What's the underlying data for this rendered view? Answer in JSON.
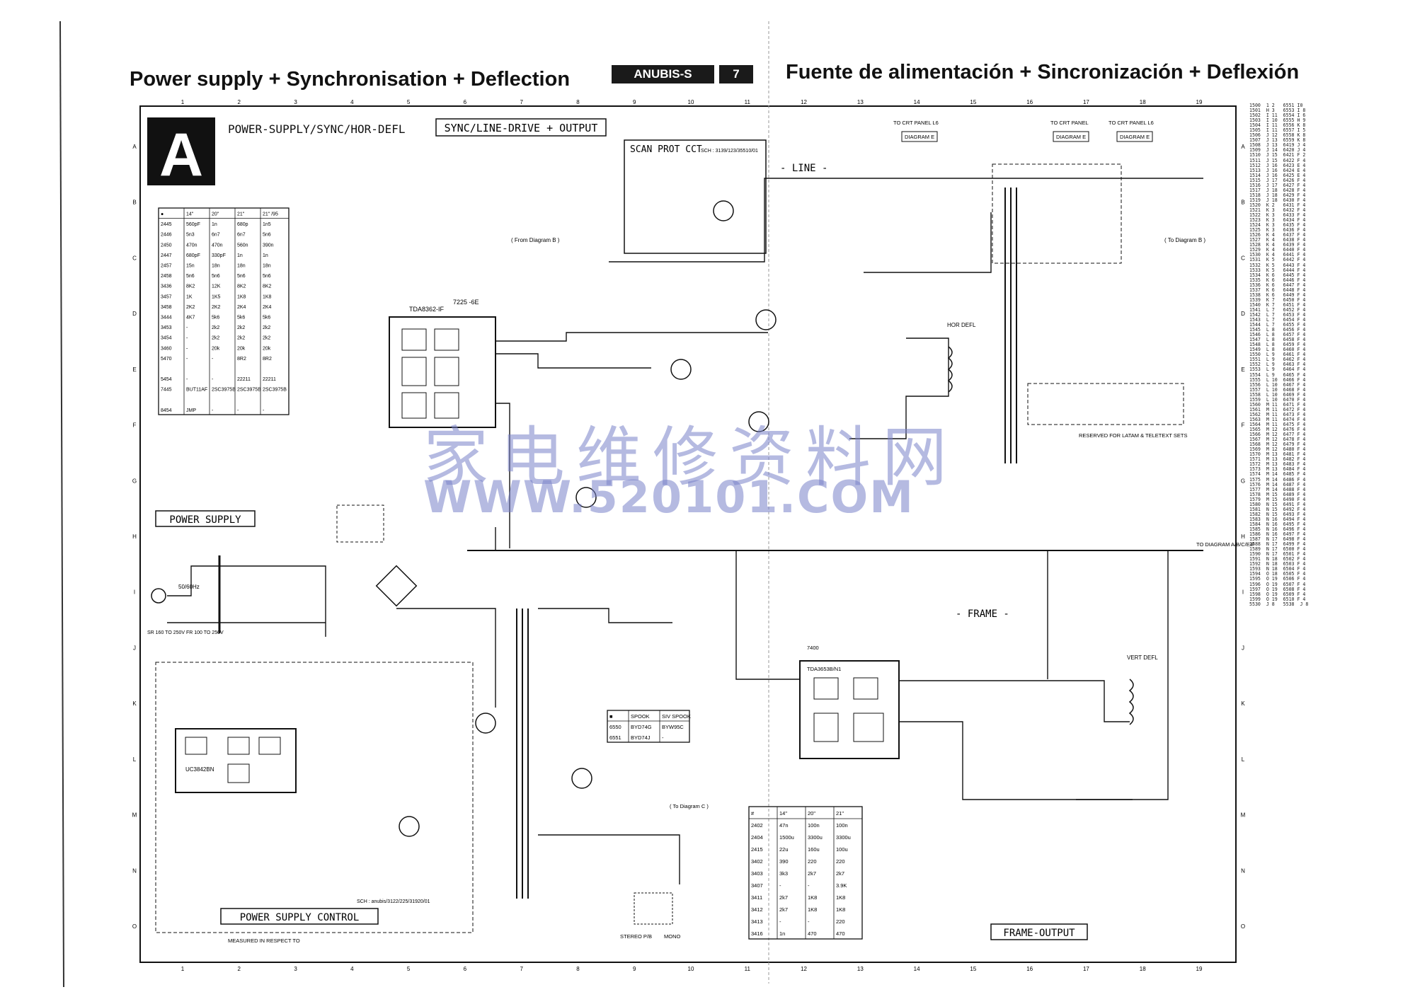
{
  "header": {
    "title_en": "Power supply + Synchronisation + Deflection",
    "title_es": "Fuente de alimentación + Sincronización + Deflexión",
    "brand": "ANUBIS-S",
    "page": "7"
  },
  "sheet": {
    "letter": "A",
    "caption": "POWER-SUPPLY/SYNC/HOR-DEFL",
    "section_top": "SYNC/LINE-DRIVE + OUTPUT",
    "section_power": "POWER SUPPLY",
    "section_control": "POWER SUPPLY CONTROL",
    "section_frame": "FRAME-OUTPUT",
    "label_line": "- LINE -",
    "label_frame": "- FRAME -",
    "scan_prot": "SCAN PROT CCT",
    "scan_prot_sch": "SCH : 3139/123/35510/01",
    "to_crt_1": "TO CRT PANEL L6",
    "to_crt_2": "TO CRT PANEL",
    "to_crt_3": "TO CRT PANEL L6",
    "diagram_e_1": "DIAGRAM E",
    "diagram_e_2": "DIAGRAM E",
    "diagram_e_3": "DIAGRAM E",
    "to_diagram": "TO DIAGRAM A/B/C/E/F",
    "reserved": "RESERVED FOR LATAM & TELETEXT SETS",
    "measured": "MEASURED IN RESPECT TO",
    "sch_bottom": "SCH : anubis/3122/225/31920/01",
    "ic_tda8362": "TDA8362-IF",
    "ic_tda3653": "TDA3653B/N1",
    "ic_uc3842": "UC3842BN",
    "ic_ref": "7225 -6E",
    "frame_ref": "7400",
    "from_diagram_b": "( From Diagram B )",
    "to_diagram_b": "( To Diagram B )",
    "to_diagram_c": "( To Diagram C )",
    "hor_defl": "HOR DEFL",
    "vert_defl": "VERT DEFL",
    "stereo": "STEREO P/B",
    "mono": "MONO",
    "mains": "SR 160 TO 250V FR 100 TO 250V",
    "freq": "50/60Hz"
  },
  "grid": {
    "columns": [
      "1",
      "2",
      "3",
      "4",
      "5",
      "6",
      "7",
      "8",
      "9",
      "10",
      "11",
      "12",
      "13",
      "14",
      "15",
      "16",
      "17",
      "18",
      "19"
    ],
    "rows": [
      "A",
      "B",
      "C",
      "D",
      "E",
      "F",
      "G",
      "H",
      "I",
      "J",
      "K",
      "L",
      "M",
      "N",
      "O"
    ]
  },
  "table_top": {
    "headers": [
      "●",
      "14\"",
      "20\"",
      "21\"",
      "21\" /95"
    ],
    "rows": [
      [
        "2445",
        "560pF",
        "1n",
        "680p",
        "1n5"
      ],
      [
        "2446",
        "5n3",
        "6n7",
        "6n7",
        "5n6"
      ],
      [
        "2450",
        "470n",
        "470n",
        "560n",
        "390n"
      ],
      [
        "2447",
        "680pF",
        "330pF",
        "1n",
        "1n"
      ],
      [
        "2457",
        "15n",
        "18n",
        "18n",
        "18n"
      ],
      [
        "2458",
        "5n6",
        "5n6",
        "5n6",
        "5n6"
      ],
      [
        "3436",
        "8K2",
        "12K",
        "8K2",
        "8K2"
      ],
      [
        "3457",
        "1K",
        "1K5",
        "1K8",
        "1K8"
      ],
      [
        "3458",
        "2K2",
        "2K2",
        "2K4",
        "2K4"
      ],
      [
        "3444",
        "4K7",
        "5k6",
        "5k6",
        "5k6"
      ],
      [
        "3453",
        "-",
        "2k2",
        "2k2",
        "2k2"
      ],
      [
        "3454",
        "-",
        "2k2",
        "2k2",
        "2k2"
      ],
      [
        "3460",
        "-",
        "20k",
        "20k",
        "20k"
      ],
      [
        "5470",
        "-",
        "-",
        "8R2",
        "8R2"
      ],
      [
        "",
        "",
        "",
        "",
        ""
      ],
      [
        "5454",
        "-",
        "-",
        "22211",
        "22211"
      ],
      [
        "7445",
        "BUT11AF",
        "2SC3975B",
        "2SC3975B",
        "2SC3975B"
      ],
      [
        "",
        "",
        "",
        "",
        ""
      ],
      [
        "8454",
        "JMP",
        "-",
        "-",
        "-"
      ]
    ]
  },
  "table_bottom": {
    "headers": [
      "#",
      "14\"",
      "20\"",
      "21\""
    ],
    "rows": [
      [
        "2402",
        "47n",
        "100n",
        "100n"
      ],
      [
        "2404",
        "1500u",
        "3300u",
        "3300u"
      ],
      [
        "2415",
        "22u",
        "160u",
        "100u"
      ],
      [
        "3402",
        "390",
        "220",
        "220"
      ],
      [
        "3403",
        "3k3",
        "2k7",
        "2k7"
      ],
      [
        "3407",
        "-",
        "-",
        "3.9K"
      ],
      [
        "3411",
        "2k7",
        "1K8",
        "1K8"
      ],
      [
        "3412",
        "2k7",
        "1K8",
        "1K8"
      ],
      [
        "3413",
        "-",
        "-",
        "220"
      ],
      [
        "3416",
        "1n",
        "470",
        "470"
      ]
    ]
  },
  "table_diodes": {
    "headers": [
      "■",
      "SPOOK",
      "SIV SPOOK"
    ],
    "rows": [
      [
        "6550",
        "BYD74G",
        "BYW95C"
      ],
      [
        "6551",
        "BYD74J",
        "-"
      ]
    ]
  },
  "side_list": "1500  1 2   6551 I0\n1501  H 3   6553 I 8\n1502  I 11  6554 I 6\n1503  I 10  6555 H 9\n1504  I 11  6556 K 8\n1505  I 11  6557 I 5\n1506  J 12  6558 K 8\n1507  J 13  6559 K 8\n1508  J 13  6419 J 4\n1509  J 14  6420 J 4\n1510  J 15  6421 F 2\n1511  J 15  6422 F 4\n1512  J 16  6423 E 4\n1513  J 16  6424 E 4\n1514  J 16  6425 E 4\n1515  J 17  6426 F 4\n1516  J 17  6427 F 4\n1517  J 18  6428 F 4\n1518  J 18  6429 F 4\n1519  J 18  6430 F 4\n1520  K 2   6431 F 4\n1521  K 3   6432 F 4\n1522  K 3   6433 F 4\n1523  K 3   6434 F 4\n1524  K 3   6435 F 4\n1525  K 3   6436 F 4\n1526  K 4   6437 F 4\n1527  K 4   6438 F 4\n1528  K 4   6439 F 4\n1529  K 4   6440 F 4\n1530  K 4   6441 F 4\n1531  K 5   6442 F 4\n1532  K 5   6443 F 4\n1533  K 5   6444 F 4\n1534  K 6   6445 F 4\n1535  K 6   6446 F 4\n1536  K 6   6447 F 4\n1537  K 6   6448 F 4\n1538  K 6   6449 F 4\n1539  K 7   6450 F 4\n1540  K 7   6451 F 4\n1541  L 7   6452 F 4\n1542  L 7   6453 F 4\n1543  L 7   6454 F 4\n1544  L 7   6455 F 4\n1545  L 8   6456 F 4\n1546  L 8   6457 F 4\n1547  L 8   6458 F 4\n1548  L 8   6459 F 4\n1549  L 8   6460 F 4\n1550  L 9   6461 F 4\n1551  L 9   6462 F 4\n1552  L 9   6463 F 4\n1553  L 9   6464 F 4\n1554  L 9   6465 F 4\n1555  L 10  6466 F 4\n1556  L 10  6467 F 4\n1557  L 10  6468 F 4\n1558  L 10  6469 F 4\n1559  L 10  6470 F 4\n1560  M 11  6471 F 4\n1561  M 11  6472 F 4\n1562  M 11  6473 F 4\n1563  M 11  6474 F 4\n1564  M 11  6475 F 4\n1565  M 12  6476 F 4\n1566  M 12  6477 F 4\n1567  M 12  6478 F 4\n1568  M 12  6479 F 4\n1569  M 12  6480 F 4\n1570  M 13  6481 F 4\n1571  M 13  6482 F 4\n1572  M 13  6483 F 4\n1573  M 13  6484 F 4\n1574  M 14  6485 F 4\n1575  M 14  6486 F 4\n1576  M 14  6487 F 4\n1577  M 14  6488 F 4\n1578  M 15  6489 F 4\n1579  M 15  6490 F 4\n1580  N 15  6491 F 4\n1581  N 15  6492 F 4\n1582  N 15  6493 F 4\n1583  N 16  6494 F 4\n1584  N 16  6495 F 4\n1585  N 16  6496 F 4\n1586  N 16  6497 F 4\n1587  N 17  6498 F 4\n1588  N 17  6499 F 4\n1589  N 17  6500 F 4\n1590  N 17  6501 F 4\n1591  N 18  6502 F 4\n1592  N 18  6503 F 4\n1593  N 18  6504 F 4\n1594  O 18  6505 F 4\n1595  O 19  6506 F 4\n1596  O 19  6507 F 4\n1597  O 19  6508 F 4\n1598  O 19  6509 F 4\n1599  O 19  6510 F 4\n5530  J 8   5538  J 8",
  "watermark": {
    "cn": "家电维修资料网",
    "url": "WWW.520101.COM"
  }
}
